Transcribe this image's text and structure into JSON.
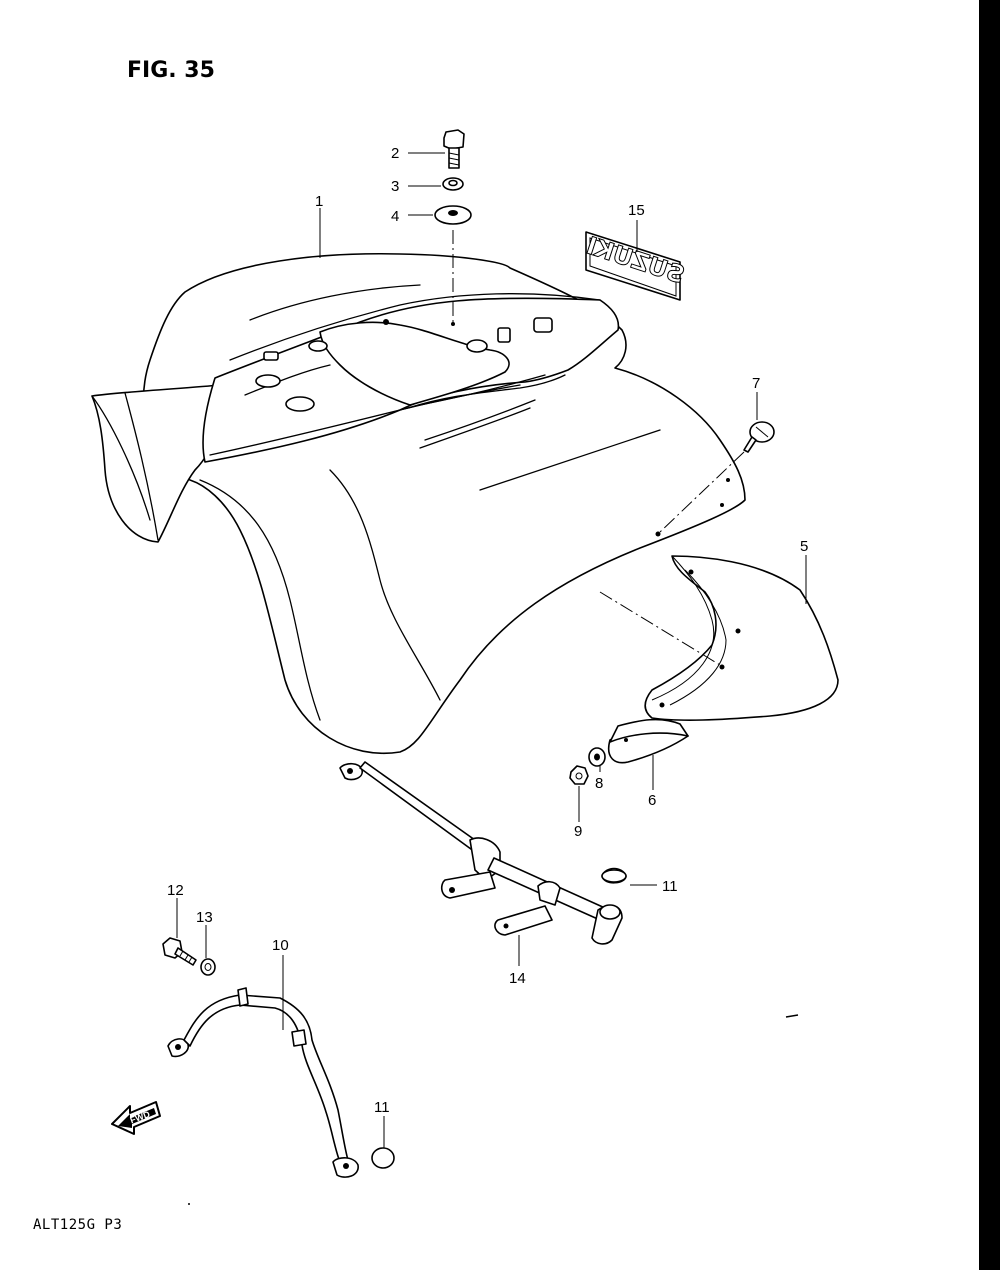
{
  "figure": {
    "title": "FIG. 35",
    "code": "ALT125G P3"
  },
  "decal_text": "SUZUKI",
  "fwd_arrow_text": "FWD",
  "callouts": [
    {
      "id": "c1",
      "number": "1"
    },
    {
      "id": "c2",
      "number": "2"
    },
    {
      "id": "c3",
      "number": "3"
    },
    {
      "id": "c4",
      "number": "4"
    },
    {
      "id": "c5",
      "number": "5"
    },
    {
      "id": "c6",
      "number": "6"
    },
    {
      "id": "c7",
      "number": "7"
    },
    {
      "id": "c8",
      "number": "8"
    },
    {
      "id": "c9",
      "number": "9"
    },
    {
      "id": "c10",
      "number": "10"
    },
    {
      "id": "c11a",
      "number": "11"
    },
    {
      "id": "c11b",
      "number": "11"
    },
    {
      "id": "c12",
      "number": "12"
    },
    {
      "id": "c13",
      "number": "13"
    },
    {
      "id": "c14",
      "number": "14"
    },
    {
      "id": "c15",
      "number": "15"
    }
  ]
}
